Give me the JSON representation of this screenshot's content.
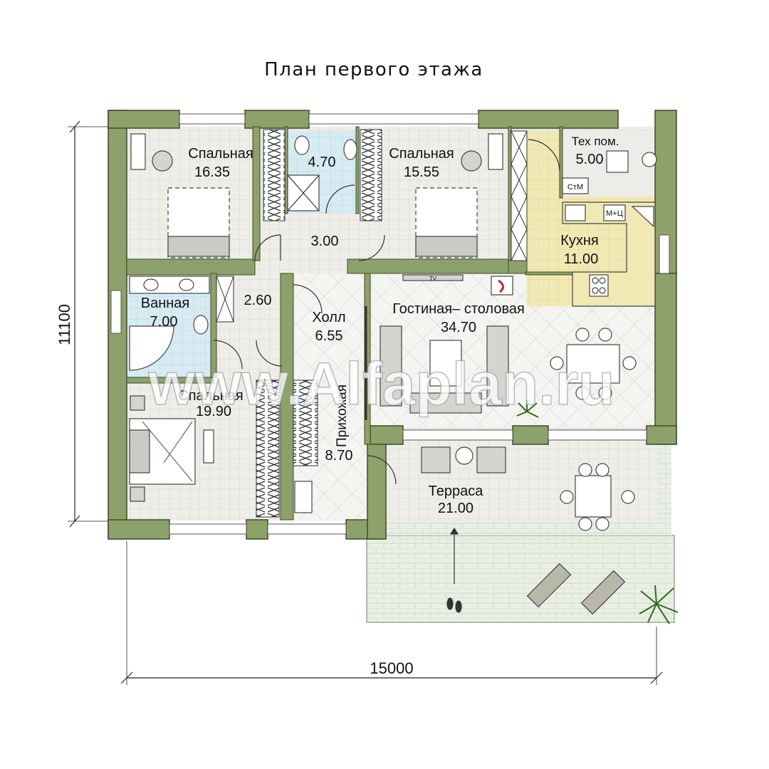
{
  "title": "План первого этажа",
  "dimensions": {
    "height": "11100",
    "width": "15000"
  },
  "rooms": [
    {
      "name": "Спальная",
      "area": "16.35"
    },
    {
      "name": "",
      "area": "4.70"
    },
    {
      "name": "Спальная",
      "area": "15.55"
    },
    {
      "name": "Тех пом.",
      "area": "5.00"
    },
    {
      "name": "",
      "area": "3.00"
    },
    {
      "name": "Кухня",
      "area": "11.00"
    },
    {
      "name": "Ванная",
      "area": "7.00"
    },
    {
      "name": "",
      "area": "2.60"
    },
    {
      "name": "Холл",
      "area": "6.55"
    },
    {
      "name": "Гостиная– столовая",
      "area": "34.70"
    },
    {
      "name": "Спальная",
      "area": "19.90"
    },
    {
      "name": "Прихожая",
      "area": "8.70"
    },
    {
      "name": "Терраса",
      "area": "21.00"
    }
  ],
  "equipment_labels": {
    "boiler": "СтМ",
    "washer": "М+Ц",
    "tv": "TV"
  },
  "watermark": "www.Alfaplan.ru",
  "colors": {
    "wall": "#8ca26a",
    "floor_tile": "#ecebe6",
    "bath_tile": "#cfe6ee",
    "kitchen": "#f0e6a9",
    "terrace": "#e7eee3",
    "furniture": "#d3d6cf"
  }
}
